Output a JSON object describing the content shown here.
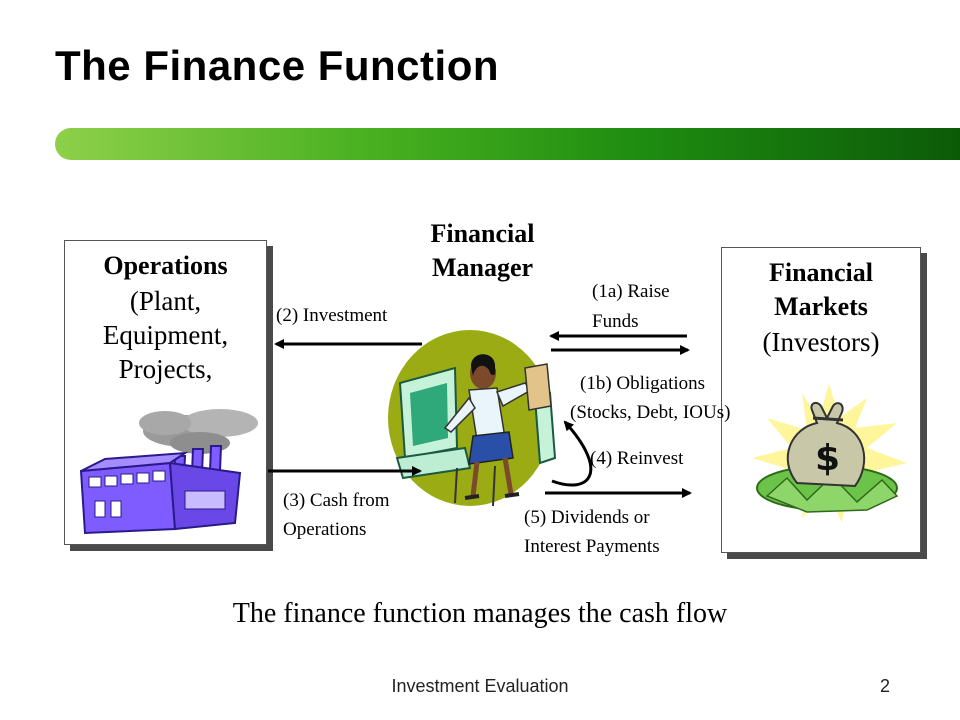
{
  "slide": {
    "title": "The Finance Function",
    "caption": "The finance function manages the cash flow",
    "footer": "Investment Evaluation",
    "page_number": "2"
  },
  "diagram": {
    "operations": {
      "heading": "Operations",
      "lines": [
        "(Plant,",
        "Equipment,",
        "Projects,"
      ]
    },
    "manager": {
      "line1": "Financial",
      "line2": "Manager"
    },
    "markets": {
      "heading1": "Financial",
      "heading2": "Markets",
      "body": "(Investors)"
    },
    "flows": {
      "investment": "(2) Investment",
      "cash_ops_1": "(3) Cash from",
      "cash_ops_2": "Operations",
      "raise_1": "(1a) Raise",
      "raise_2": "Funds",
      "oblig_1": "(1b) Obligations",
      "oblig_2": "(Stocks, Debt, IOUs)",
      "reinvest": "(4) Reinvest",
      "div_1": "(5) Dividends or",
      "div_2": "Interest Payments"
    }
  },
  "colors": {
    "bar_start": "#8ed04a",
    "bar_end": "#0c5a08",
    "box_shadow": "#4a4a4a",
    "circle_fill": "#9bab14",
    "factory": "#7f5cff",
    "money_bag": "#c8c8a8",
    "money": "#6cc34a"
  }
}
